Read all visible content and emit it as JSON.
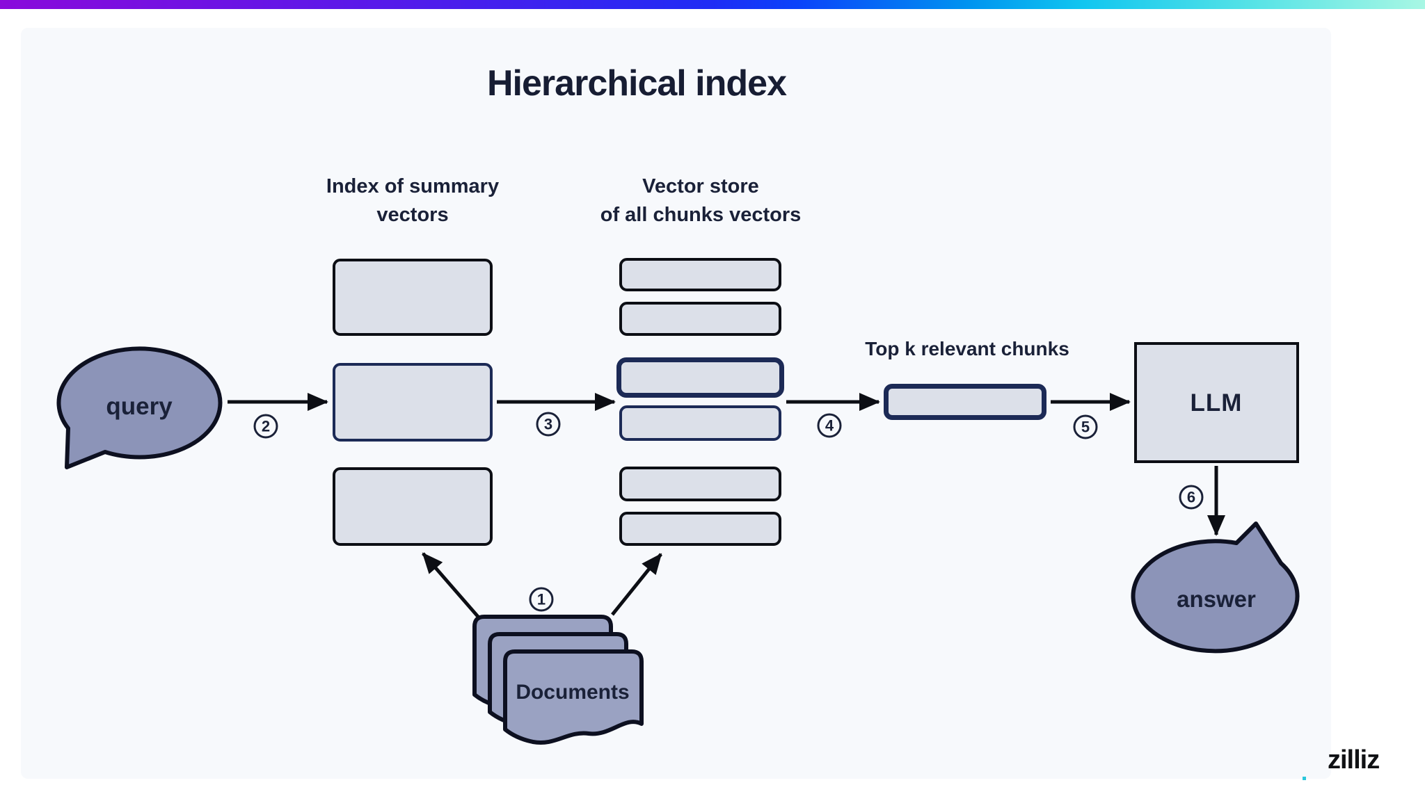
{
  "slide": {
    "title": "Hierarchical index"
  },
  "columns": {
    "summary": {
      "line1": "Index of summary",
      "line2": "vectors"
    },
    "vector_store": {
      "line1": "Vector store",
      "line2": "of all chunks vectors"
    }
  },
  "nodes": {
    "query_label": "query",
    "top_k_label": "Top k relevant chunks",
    "llm_label": "LLM",
    "answer_label": "answer",
    "documents_label": "Documents"
  },
  "steps": [
    "1",
    "2",
    "3",
    "4",
    "5",
    "6"
  ],
  "footer": {
    "logo_text": "zilliz"
  },
  "colors": {
    "navy_text": "#1a2138",
    "box_fill": "#dce0e9",
    "box_border_dark": "#0c0e14",
    "box_border_navy": "#1c2a56",
    "bubble_fill": "#8c94b8",
    "documents_fill": "#9aa2c2",
    "panel_bg": "#f7f9fc",
    "accent_cyan_dot": "#2bc7dc",
    "gradient_left": "#8a0adb",
    "gradient_mid": "#0b43fa",
    "gradient_right": "#a8f7e4"
  }
}
